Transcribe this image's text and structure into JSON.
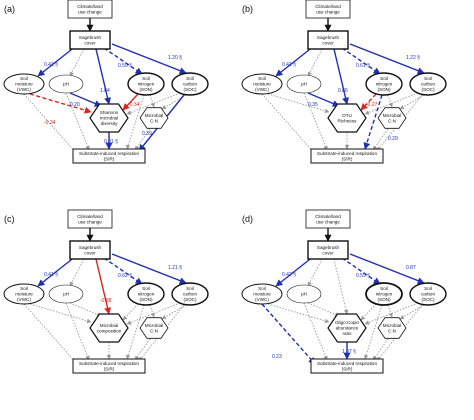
{
  "colors": {
    "positive": "#1f2fb5",
    "negative": "#e0231b",
    "nonsig": "#999999",
    "node_stroke": "#111111"
  },
  "nodes": {
    "climate": "Climate/land use change",
    "sagebrush": "Sagebrush cover",
    "soil_moisture": "Soil moisture (VWC)",
    "ph": "pH",
    "soil_nitrogen": "Soil nitrogen (SON)",
    "soil_carbon": "Soil carbon (SOC)",
    "microbial_cn": "Microbial C:N",
    "sir": "Substrate-induced respiration (SIR)"
  },
  "panels": [
    {
      "label": "(a)",
      "center": "Shannon microbial diversity",
      "coefficients": {
        "sage_moist": "0.41 §",
        "sage_nitro": "0.59 §",
        "sage_carbon": "1.20 §",
        "sage_center": "1.04",
        "ph_center": "0.20",
        "moist_center": "-0.34",
        "nitro_center": "-0.34",
        "center_sir": "0.81 §",
        "carbon_sir": "0.39"
      }
    },
    {
      "label": "(b)",
      "center": "OTU Richness",
      "coefficients": {
        "sage_moist": "0.41 §",
        "sage_nitro": "0.61 §",
        "sage_carbon": "1.22 §",
        "sage_center": "0.86",
        "ph_center": "0.35",
        "nitro_center": "-0.27",
        "nitro_sir": "0.29"
      }
    },
    {
      "label": "(c)",
      "center": "Microbial composition",
      "coefficients": {
        "sage_moist": "0.41 §",
        "sage_nitro": "0.62 §",
        "sage_carbon": "1.21 §",
        "sage_center": "-0.88"
      }
    },
    {
      "label": "(d)",
      "center": "Oligo:Copio abundance ratio",
      "coefficients": {
        "sage_moist": "0.42 §",
        "sage_nitro": "0.59 §",
        "sage_carbon": "0.87",
        "moist_sir": "0.23",
        "center_sir": "1.07 §"
      }
    }
  ]
}
